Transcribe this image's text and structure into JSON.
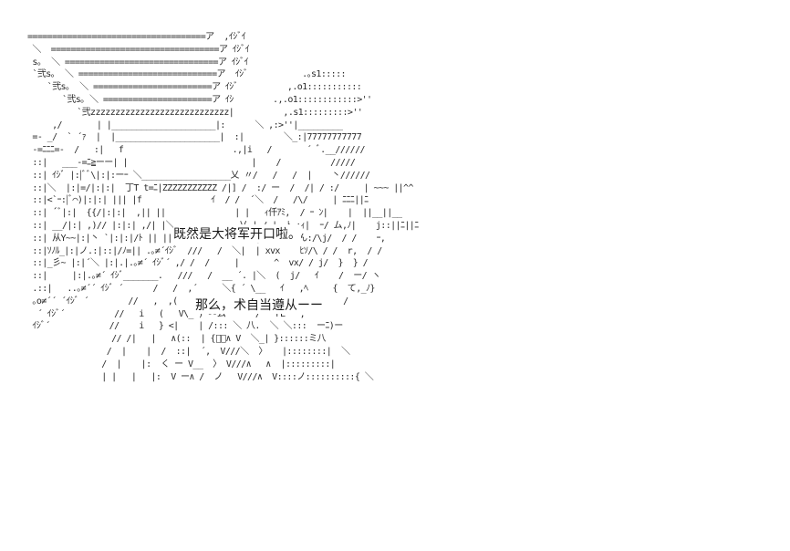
{
  "dialogue": {
    "line_1": "既然是大将军开口啦。",
    "line_2": "那么，术自当遵从ーー"
  },
  "art": {
    "text": "====================================ア  ,ｲｼﾞｲ\n ＼  ==================================ア ｲｼﾞｲ\n s｡  ＼ ===============================ア ｲｼﾞｲ\n `弐s｡  ＼ ============================ア  ｲｼﾞ           .｡s1:::::\n    `弐s｡  ＼ ========================ア ｲｼﾞ          ,.o1:::::::::::\n       `弐s｡ ＼ ======================ア ｲｼ        .,.o1::::::::::::>''\n          `弐zzzzzzzzzzzzzzzzzzzzzzzzzzzz|          ,.s1:::::::::>''\n     ,/       | |_____________________|:      ＼ ,:>''|_________\n =- _/  ` ´ｧ  |  |_____________________|  :|        ＼_:|77777777777\n -=ﾆﾆﾆ=-  /   :|   f                      .,|i   /       ´ ﾞ.__//////\n ::|   ___-=ﾆ≧ーー| |                         |    /          /////\n ::| ｲｼﾞ |:|ﾞﾞ\\|:|:ーｰ ＼__________________乂 〃/   /   /  |    丶//////\n ::|＼  |:|=/|:|:|  丁T t=ﾆ|ZZZZZZZZZZZ /|] /  :/ ー  /  /| / :/     | ~~~ ||^^\n ::|<`ｰ:|ﾞ⌒)|:|:| ||| |f              ｲ  / /  ´＼  /   /\\/     | ﾆﾆﾆ||ﾆ\n ::| ´ﾞ|:|  {{/|:|:|  ,|| ||              | |   ｨ仟ｱﾐ,  / ｰ ﾝ|    |  ||__||__\n ::| __/|:| ,)// |:|:| ,/| |＼_____________乂 | / |  ﾄ…:ｨ|  ｰ/ ム,ﾉ|    j::||ﾆ||ﾆ\n ::| 从Y~~|:|丶 `|:|:|/ﾄ || ||.｡======/   {{ V | V-ソ   ん:/\\j/  / /    ｰ,\n ::|ｿﾉﾙ_|:|ノ.:|::|/ﾉ=|| .｡≠´ｲｼﾞ  ///   /  ＼|  | xvx    ﾋｿ/\\ / /  r,  / /\n ::|_彡~ |:|´＼ |:|.|.｡≠´ ｲｼﾞ´ ,/ /  /     |       ^  vx/ / j/  }  } /\n ::|     |:|.｡≠´ ｲｼﾞ_______.   ///   /  __ ´. |＼  (  j/   ｲ    /  ー/ ヽ \n .::|   ..｡≠´´ ｲｼﾞ ´      /   /  ,´     ＼{ ´ \\__   ｲ   ,ﾍ     {  て,_ﾉ}\n ｡o≠´´ ´ｲｼﾞ ´        //   ,  ,(          ﾞ   ´ .:/ /ﾍ ＼ 、 /     /\n  ´ ｲｼﾞ´          //   i   (   V\\_ )ﾞ--ム      /   rL   ,ー\n ｲｼﾞ´            //    i   } <|    | /::: ＼ 八.  ＼ ＼:::  ーﾆ)ー\n                 // /|   |   ∧(::  | {ﾞ＼∧ V  ＼_| }::::::ミ八\n                /  |    |  /  ::|  ´,  V///＼  〉   |::::::::|  ＼\n               /  |    |:  く ー V__  〉 V///∧   ∧  |:::::::::|\n               | |   |   |:  V ー∧ /  ノ   V///∧  V::::ノ::::::::::{ ＼"
  }
}
